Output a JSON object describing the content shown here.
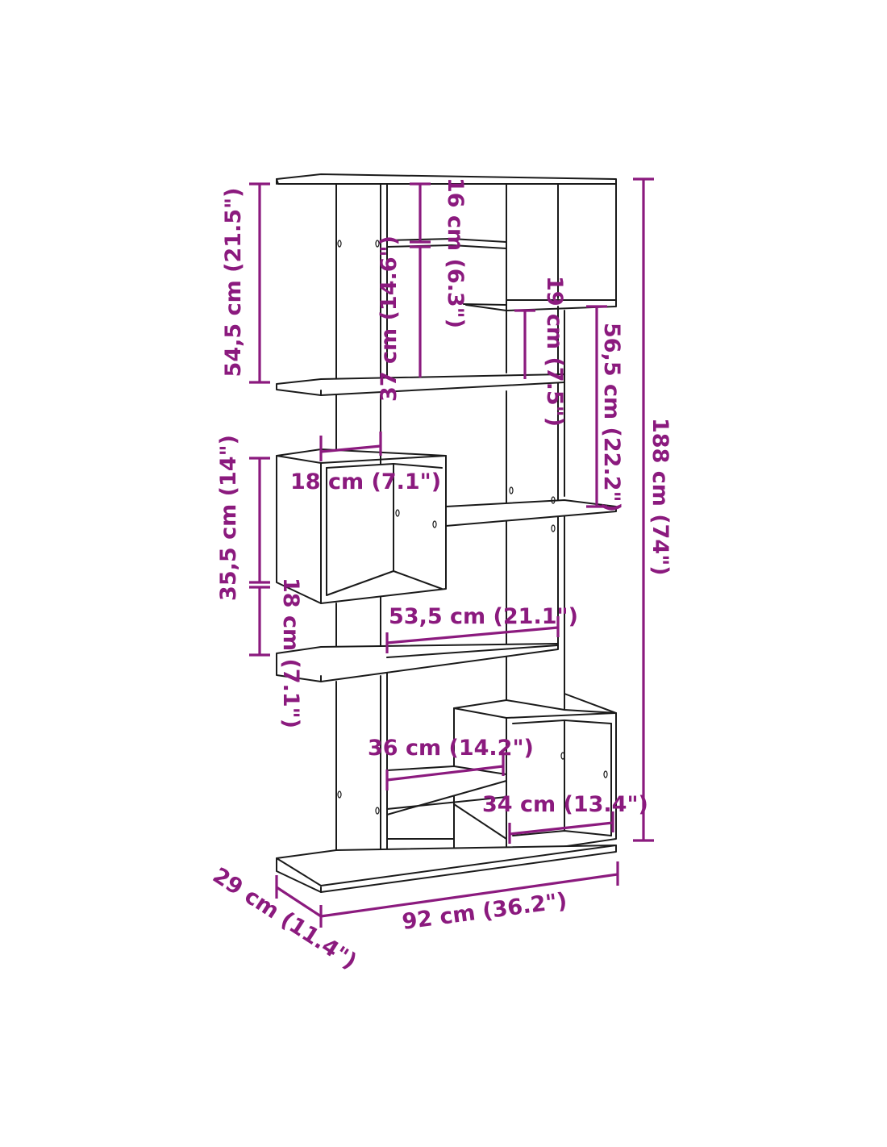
{
  "colors": {
    "dimension": "#8B1A7E",
    "outline": "#1a1a1a",
    "background": "#ffffff"
  },
  "dimensions": {
    "d1": "16 cm (6.3\")",
    "d2": "54,5 cm (21.5\")",
    "d3": "37 cm (14.6\")",
    "d4": "19 cm (7.5\")",
    "d5": "56,5 cm (22.2\")",
    "d6": "188 cm (74\")",
    "d7": "18 cm (7.1\")",
    "d8": "35,5 cm (14\")",
    "d9": "18 cm (7.1\")",
    "d10": "53,5 cm (21.1\")",
    "d11": "36 cm (14.2\")",
    "d12": "34 cm (13.4\")",
    "d13": "29 cm (11.4\")",
    "d14": "92 cm (36.2\")"
  }
}
